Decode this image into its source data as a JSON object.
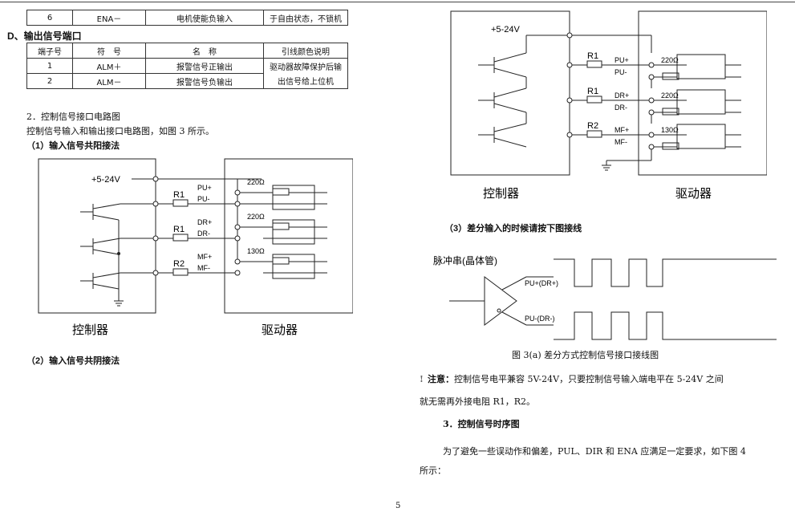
{
  "top_table": {
    "row": [
      "6",
      "ENA－",
      "电机使能负输入",
      "于自由状态，不锁机"
    ]
  },
  "section_d": {
    "title": "D、输出信号端口",
    "headers": [
      "端子号",
      "符　号",
      "名　称",
      "引线颜色说明"
    ],
    "rows": [
      [
        "1",
        "ALM＋",
        "报警信号正输出",
        "驱动器故障保护后输"
      ],
      [
        "2",
        "ALM－",
        "报警信号负输出",
        "出信号给上位机"
      ]
    ]
  },
  "section_2": {
    "heading": "2．控制信号接口电路图",
    "intro": "控制信号输入和输出接口电路图，如图 3 所示。",
    "sub1": "（1）输入信号共阳接法",
    "sub2": "（2）输入信号共阴接法",
    "sub3": "（3）差分输入的时候请按下图接线"
  },
  "circuit": {
    "supply": "+5-24V",
    "resistors": [
      "R1",
      "R1",
      "R2"
    ],
    "signals": [
      "PU+",
      "PU-",
      "DR+",
      "DR-",
      "MF+",
      "MF-"
    ],
    "ohms": [
      "220Ω",
      "220Ω",
      "130Ω"
    ],
    "controller": "控制器",
    "driver": "驱动器"
  },
  "diff": {
    "source_label": "脉冲串(晶体管)",
    "out_pos": "PU+(DR+)",
    "out_neg": "PU-(DR-)",
    "caption": "图 3(a) 差分方式控制信号接口接线图"
  },
  "note": {
    "label": "注意：",
    "line1": "控制信号电平兼容 5V-24V，只要控制信号输入端电平在 5-24V 之间",
    "line2": "就无需再外接电阻 R1，R2。"
  },
  "section_3": {
    "heading": "3．控制信号时序图",
    "para1": "为了避免一些误动作和偏差，PUL、DIR 和 ENA 应满足一定要求，如下图 4",
    "para2": "所示："
  },
  "page_number": "5"
}
